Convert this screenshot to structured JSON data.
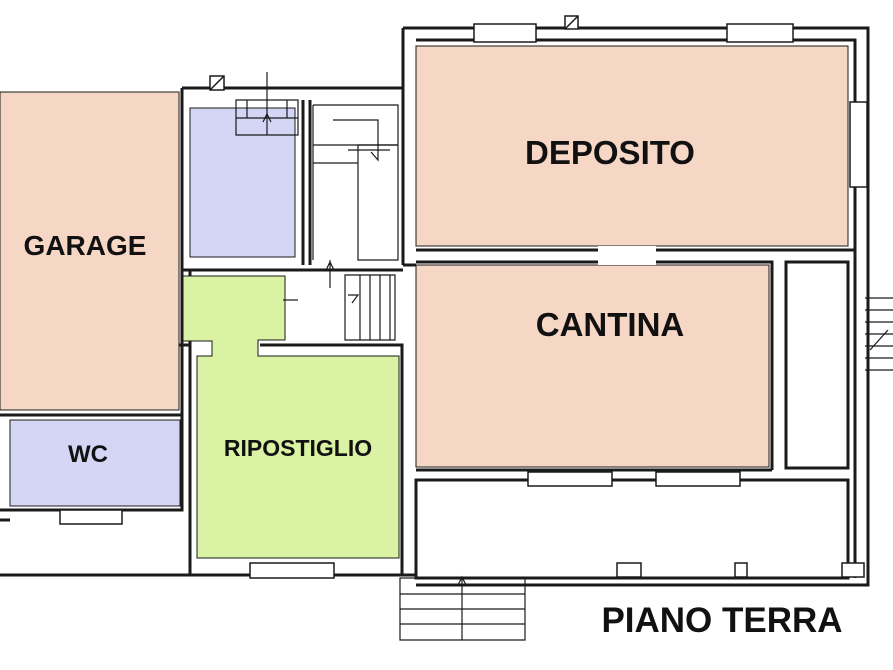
{
  "plan": {
    "caption": "PIANO TERRA",
    "colors": {
      "wall": "#1a1a1a",
      "garage": "#f6d6c4",
      "deposito": "#f6d6c4",
      "cantina": "#f6d6c4",
      "wc": "#d5d5f5",
      "bath_upper": "#d5d5f5",
      "ripostiglio": "#daf2a3",
      "background": "#ffffff"
    },
    "rooms": {
      "garage": "GARAGE",
      "deposito": "DEPOSITO",
      "cantina": "CANTINA",
      "wc": "WC",
      "ripostiglio": "RIPOSTIGLIO"
    }
  }
}
